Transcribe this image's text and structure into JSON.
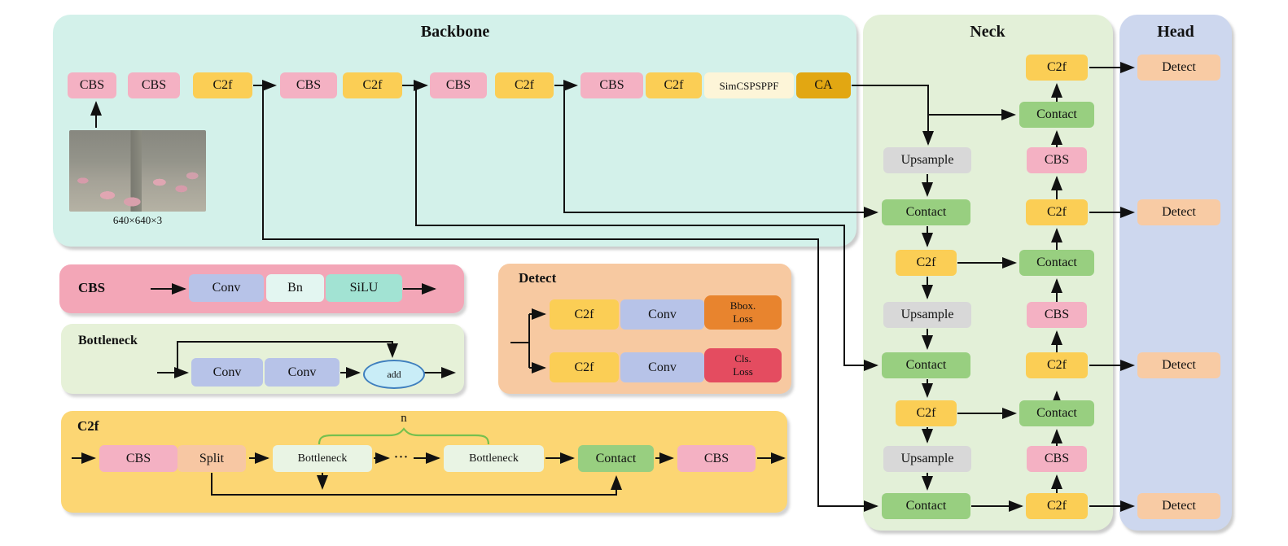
{
  "backbone": {
    "title": "Backbone",
    "input_caption": "640×640×3",
    "stages": [
      {
        "boxes": [
          "CBS",
          "CBS",
          "C2f"
        ]
      },
      {
        "boxes": [
          "CBS",
          "C2f"
        ]
      },
      {
        "boxes": [
          "CBS",
          "C2f"
        ]
      },
      {
        "boxes": [
          "CBS",
          "C2f",
          "SimCSPSPPF",
          "CA"
        ]
      }
    ]
  },
  "neck": {
    "title": "Neck",
    "left_column": [
      "Upsample",
      "Contact",
      "C2f",
      "Upsample",
      "Contact",
      "C2f",
      "Upsample",
      "Contact"
    ],
    "right_column": [
      "C2f",
      "Contact",
      "CBS",
      "C2f",
      "Contact",
      "CBS",
      "C2f",
      "Contact",
      "CBS",
      "C2f"
    ]
  },
  "head": {
    "title": "Head",
    "detects": [
      "Detect",
      "Detect",
      "Detect",
      "Detect"
    ]
  },
  "legends": {
    "cbs": {
      "title": "CBS",
      "flow": [
        "Conv",
        "Bn",
        "SiLU"
      ]
    },
    "bottleneck": {
      "title": "Bottleneck",
      "conv1": "Conv",
      "conv2": "Conv",
      "add": "add"
    },
    "detect": {
      "title": "Detect",
      "rows": [
        {
          "c2f": "C2f",
          "conv": "Conv",
          "loss1": "Bbox.",
          "loss2": "Loss"
        },
        {
          "c2f": "C2f",
          "conv": "Conv",
          "loss1": "Cls.",
          "loss2": "Loss"
        }
      ]
    },
    "c2f": {
      "title": "C2f",
      "n": "n",
      "flow": [
        "CBS",
        "Split",
        "Bottleneck",
        "···",
        "Bottleneck",
        "Contact",
        "CBS"
      ]
    }
  },
  "colors": {
    "backbone_bg": "#d3f1ea",
    "neck_bg": "#e3f0d8",
    "head_bg": "#cdd7ee",
    "cbs_box": "#f4b1c3",
    "c2f_box": "#fbce55",
    "simcspsppf_box": "#fdf5d8",
    "ca_box": "#e2a712",
    "contact_box": "#98cf80",
    "upsample_box": "#d8d8d8",
    "detect_box": "#f8cba4",
    "conv_box": "#b7c3e8",
    "bn_box": "#e3f6f1",
    "silu_box": "#a2e3d3",
    "split_box": "#f7c7a3",
    "bottleneck_small_box": "#e9f4e4",
    "bbox_loss_box": "#e8842e",
    "cls_loss_box": "#e44c60",
    "add_ellipse": "#c9edf7",
    "brace": "#76c04e",
    "arrow": "#111111"
  }
}
